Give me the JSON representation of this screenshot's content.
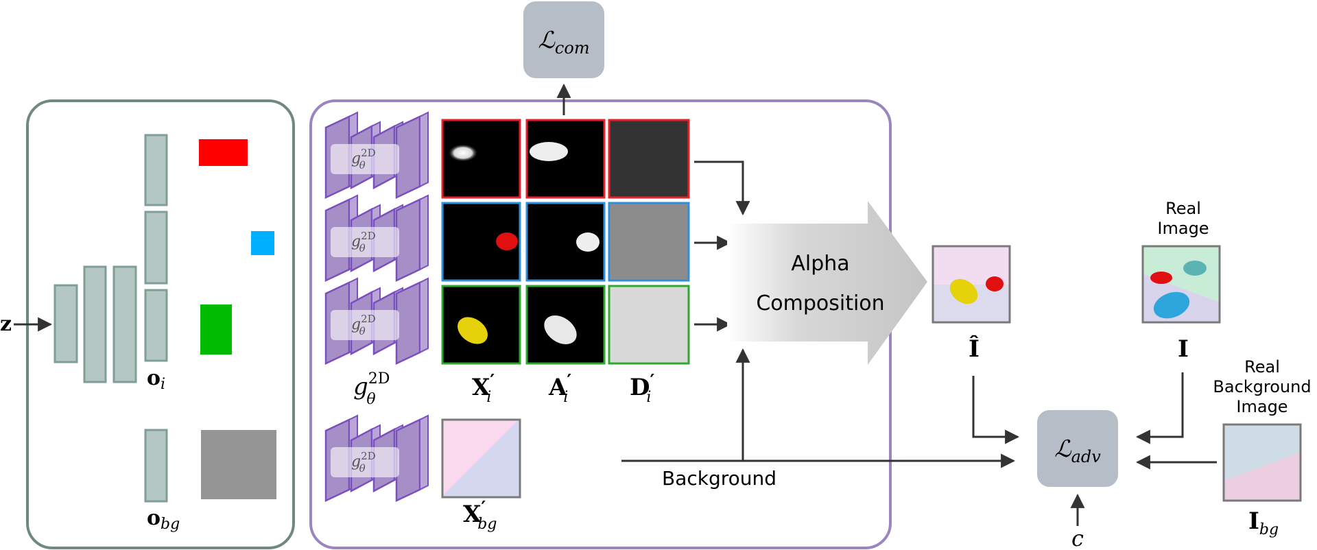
{
  "inputs": {
    "z": "z",
    "c": "c"
  },
  "objects": {
    "o_i": {
      "base": "o",
      "sub": "i"
    },
    "o_bg": {
      "base": "o",
      "sub": "bg"
    }
  },
  "generator": {
    "label_base": "g",
    "label_sup": "2D",
    "label_sub": "θ"
  },
  "outputs": {
    "X": {
      "base": "X",
      "prime": "′",
      "sub": "i"
    },
    "A": {
      "base": "A",
      "prime": "′",
      "sub": "i"
    },
    "D": {
      "base": "D",
      "prime": "′",
      "sub": "i"
    },
    "Xbg": {
      "base": "X",
      "prime": "′",
      "sub": "bg"
    }
  },
  "composition": {
    "line1": "Alpha",
    "line2": "Composition"
  },
  "background_label": "Background",
  "losses": {
    "com": {
      "base": "ℒ",
      "sub": "com"
    },
    "adv": {
      "base": "ℒ",
      "sub": "adv"
    }
  },
  "images": {
    "I_hat": {
      "base": "Î"
    },
    "I": {
      "base": "I",
      "caption_lines": [
        "Real",
        "Image"
      ]
    },
    "I_bg": {
      "base": "I",
      "sub": "bg",
      "caption_lines": [
        "Real",
        "Background",
        "Image"
      ]
    }
  },
  "colors": {
    "left_panel": "#6e8a80",
    "mid_panel": "#9b85bd",
    "bar": "#b5c7c2",
    "bar_stroke": "#7f9e97",
    "gen_fill": "#a58fc6",
    "gen_stroke": "#7a4fbf",
    "obj_red": "#ff0000",
    "obj_blue": "#00b0ff",
    "obj_green": "#00bb00",
    "obj_gray": "#959595",
    "frame_red": "#e8202a",
    "frame_blue": "#2f8fd8",
    "frame_green": "#2fa82f",
    "loss_box": "#b5bdc6",
    "arrow": "#333333"
  }
}
